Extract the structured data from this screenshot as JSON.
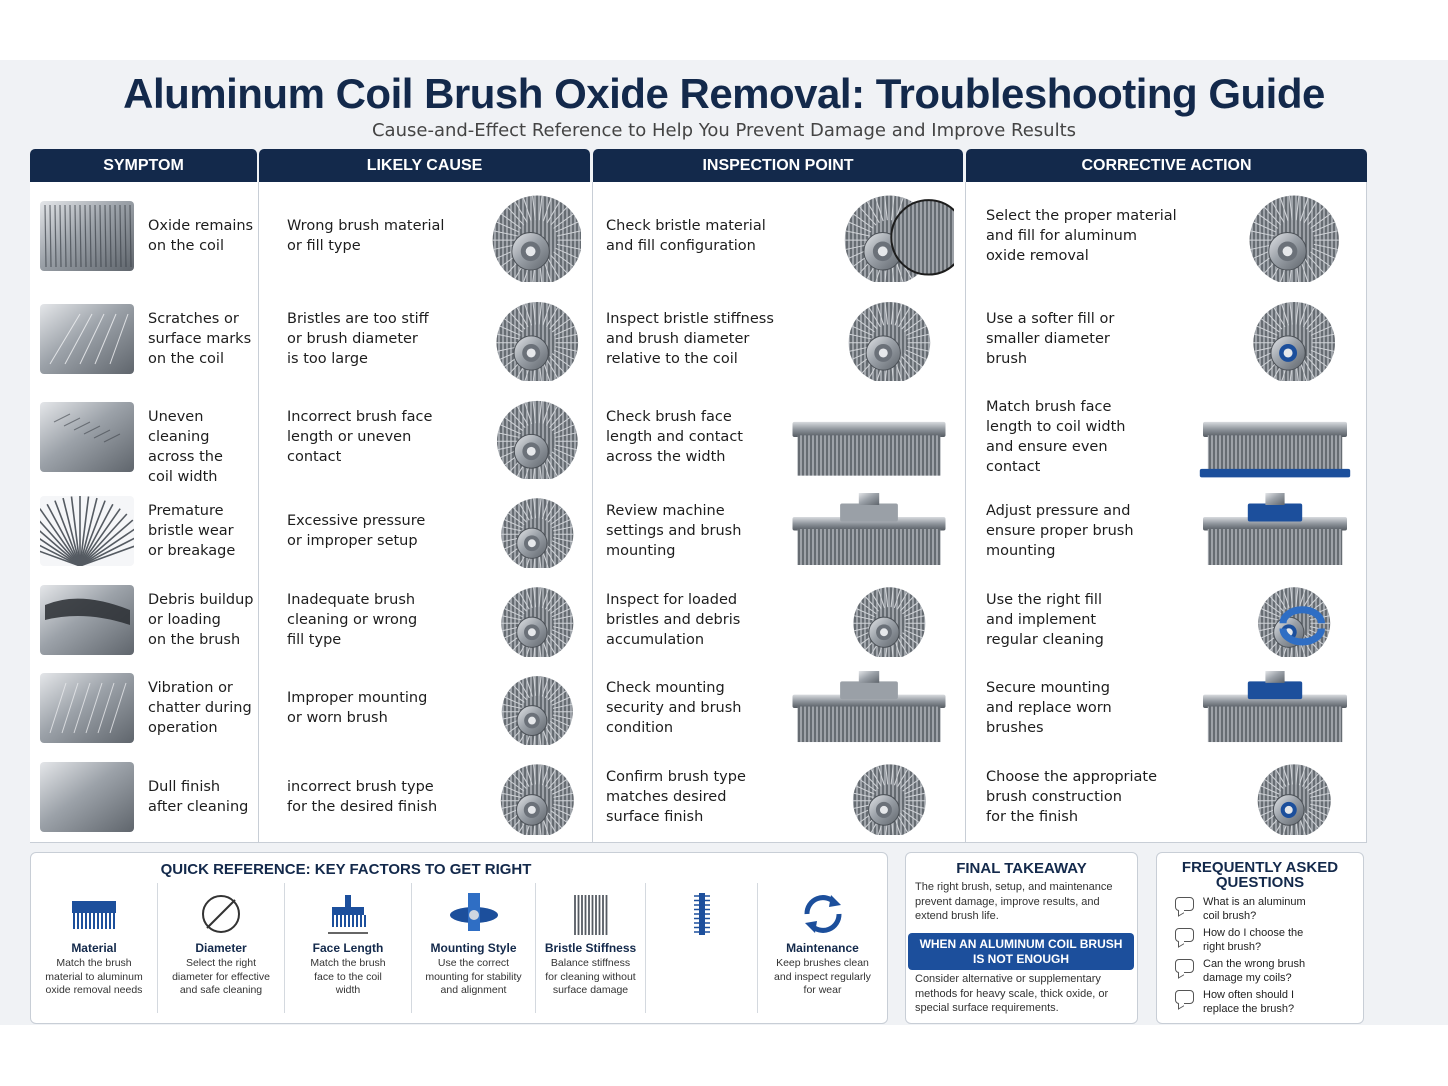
{
  "title": "Aluminum Coil Brush Oxide Removal: Troubleshooting Guide",
  "subtitle": "Cause-and-Effect Reference to Help You Prevent Damage and Improve Results",
  "headers": [
    "SYMPTOM",
    "LIKELY CAUSE",
    "INSPECTION POINT",
    "CORRECTIVE ACTION"
  ],
  "rows": [
    {
      "symptom": [
        "Oxide remains",
        "on the coil"
      ],
      "cause": [
        "Wrong brush material",
        "or fill type"
      ],
      "inspection": [
        "Check bristle material",
        "and fill configuration"
      ],
      "action": [
        "Select the proper material",
        "and fill for aluminum",
        "oxide removal"
      ]
    },
    {
      "symptom": [
        "Scratches or",
        "surface marks",
        "on the coil"
      ],
      "cause": [
        "Bristles are too stiff",
        "or brush diameter",
        "is too large"
      ],
      "inspection": [
        "Inspect bristle stiffness",
        "and brush diameter",
        "relative to the coil"
      ],
      "action": [
        "Use a softer fill or",
        "smaller diameter",
        "brush"
      ]
    },
    {
      "symptom": [
        "Uneven cleaning",
        "across the",
        "coil width"
      ],
      "cause": [
        "Incorrect brush face",
        "length or uneven",
        "contact"
      ],
      "inspection": [
        "Check brush face",
        "length and contact",
        "across the width"
      ],
      "action": [
        "Match brush face",
        "length to coil width",
        "and ensure even",
        "contact"
      ]
    },
    {
      "symptom": [
        "Premature",
        "bristle wear",
        "or breakage"
      ],
      "cause": [
        "Excessive pressure",
        "or improper setup"
      ],
      "inspection": [
        "Review machine",
        "settings and brush",
        "mounting"
      ],
      "action": [
        "Adjust pressure and",
        "ensure proper brush",
        "mounting"
      ]
    },
    {
      "symptom": [
        "Debris buildup",
        "or loading",
        "on the brush"
      ],
      "cause": [
        "Inadequate brush",
        "cleaning or wrong",
        "fill type"
      ],
      "inspection": [
        "Inspect for loaded",
        "bristles and debris",
        "accumulation"
      ],
      "action": [
        "Use the right fill",
        "and implement",
        "regular cleaning"
      ]
    },
    {
      "symptom": [
        "Vibration or",
        "chatter during",
        "operation"
      ],
      "cause": [
        "Improper mounting",
        "or worn brush"
      ],
      "inspection": [
        "Check mounting",
        "security and brush",
        "condition"
      ],
      "action": [
        "Secure mounting",
        "and replace worn",
        "brushes"
      ]
    },
    {
      "symptom": [
        "Dull finish",
        "after cleaning"
      ],
      "cause": [
        "incorrect brush type",
        "for the desired finish"
      ],
      "inspection": [
        "Confirm brush type",
        "matches desired",
        "surface finish"
      ],
      "action": [
        "Choose the appropriate",
        "brush construction",
        "for the finish"
      ]
    }
  ],
  "quick_reference": {
    "title": "QUICK REFERENCE: KEY FACTORS TO GET RIGHT",
    "items": [
      {
        "icon": "brush-strip-icon",
        "name": "Material",
        "desc": [
          "Match the brush",
          "material to aluminum",
          "oxide removal needs"
        ]
      },
      {
        "icon": "diameter-icon",
        "name": "Diameter",
        "desc": [
          "Select the right",
          "diameter for effective",
          "and safe cleaning"
        ]
      },
      {
        "icon": "face-length-icon",
        "name": "Face Length",
        "desc": [
          "Match the brush",
          "face to the coil",
          "width"
        ]
      },
      {
        "icon": "mounting-icon",
        "name": "Mounting Style",
        "desc": [
          "Use the correct",
          "mounting for stability",
          "and alignment"
        ]
      },
      {
        "icon": "bristle-stiffness-icon",
        "name": "Bristle Stiffness",
        "desc": [
          "Balance stiffness",
          "for cleaning without",
          "surface damage"
        ]
      },
      {
        "icon": "bristle-strip-icon",
        "name": "",
        "desc": []
      },
      {
        "icon": "refresh-icon",
        "name": "Maintenance",
        "desc": [
          "Keep brushes clean",
          "and inspect regularly",
          "for wear"
        ]
      }
    ]
  },
  "final_takeaway": {
    "title": "FINAL TAKEAWAY",
    "text": [
      "The right brush, setup, and maintenance",
      "prevent damage, improve results, and",
      "extend brush life."
    ],
    "banner": [
      "WHEN AN ALUMINUM COIL BRUSH",
      "IS NOT ENOUGH"
    ],
    "note": [
      "Consider alternative or supplementary",
      "methods for heavy scale, thick oxide, or",
      "special surface requirements."
    ]
  },
  "faq": {
    "title": [
      "FREQUENTLY ASKED",
      "QUESTIONS"
    ],
    "items": [
      [
        "What is an aluminum",
        "coil brush?"
      ],
      [
        "How do I choose the",
        "right brush?"
      ],
      [
        "Can the wrong brush",
        "damage my coils?"
      ],
      [
        "How often should I",
        "replace the brush?"
      ]
    ]
  },
  "colors": {
    "navy": "#13294b",
    "accent_blue": "#1c4f9c",
    "steel": "#8a8f96"
  }
}
